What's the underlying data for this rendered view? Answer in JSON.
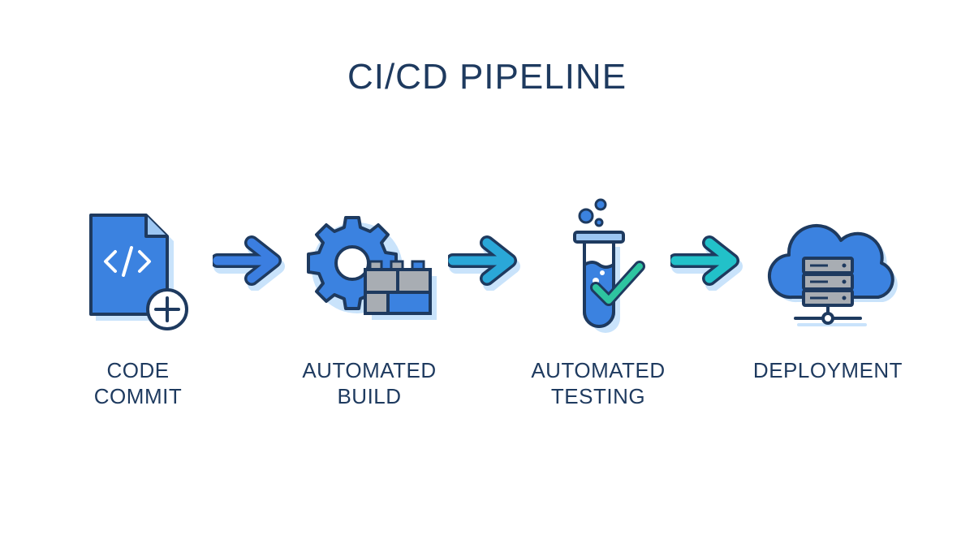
{
  "title": "CI/CD PIPELINE",
  "colors": {
    "ink": "#1e3a5f",
    "blue": "#3b82e0",
    "shadow": "#c9e3fb",
    "teal": "#22c1c9",
    "green": "#2ec4a0",
    "gray": "#a8adb3"
  },
  "stages": [
    {
      "label": "CODE\nCOMMIT",
      "icon": "code-file-plus-icon"
    },
    {
      "label": "AUTOMATED\nBUILD",
      "icon": "gear-blocks-icon"
    },
    {
      "label": "AUTOMATED\nTESTING",
      "icon": "test-tube-check-icon"
    },
    {
      "label": "DEPLOYMENT",
      "icon": "cloud-server-icon"
    }
  ],
  "arrows": [
    "arrow-right-icon",
    "arrow-right-icon",
    "arrow-right-icon"
  ]
}
